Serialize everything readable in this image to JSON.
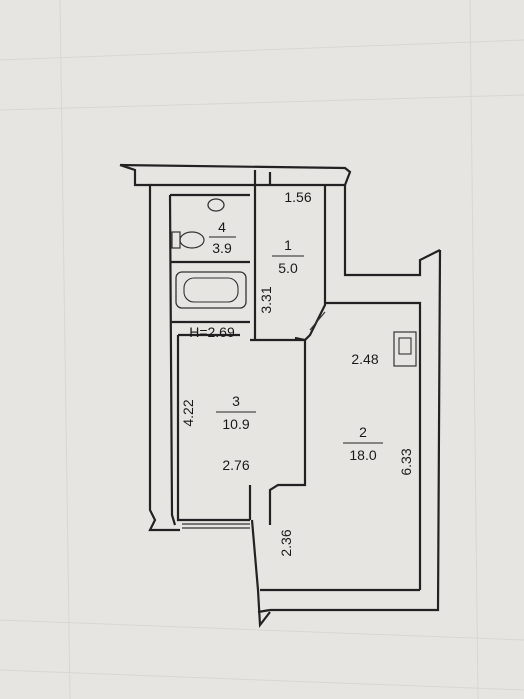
{
  "plan": {
    "ceiling_height": "H=2.69",
    "rooms": [
      {
        "id": "4",
        "area": "3.9"
      },
      {
        "id": "1",
        "area": "5.0"
      },
      {
        "id": "3",
        "area": "10.9"
      },
      {
        "id": "2",
        "area": "18.0"
      }
    ],
    "dimensions": {
      "corridor_width": "1.56",
      "corridor_length": "3.31",
      "kitchen_upper_width": "2.48",
      "kitchen_length": "6.33",
      "room_height": "4.22",
      "room_width": "2.76",
      "loggia_length": "2.36"
    }
  },
  "colors": {
    "paper": "#e7e5e2",
    "wall": "#222222",
    "grid": "#d8d6d3"
  }
}
